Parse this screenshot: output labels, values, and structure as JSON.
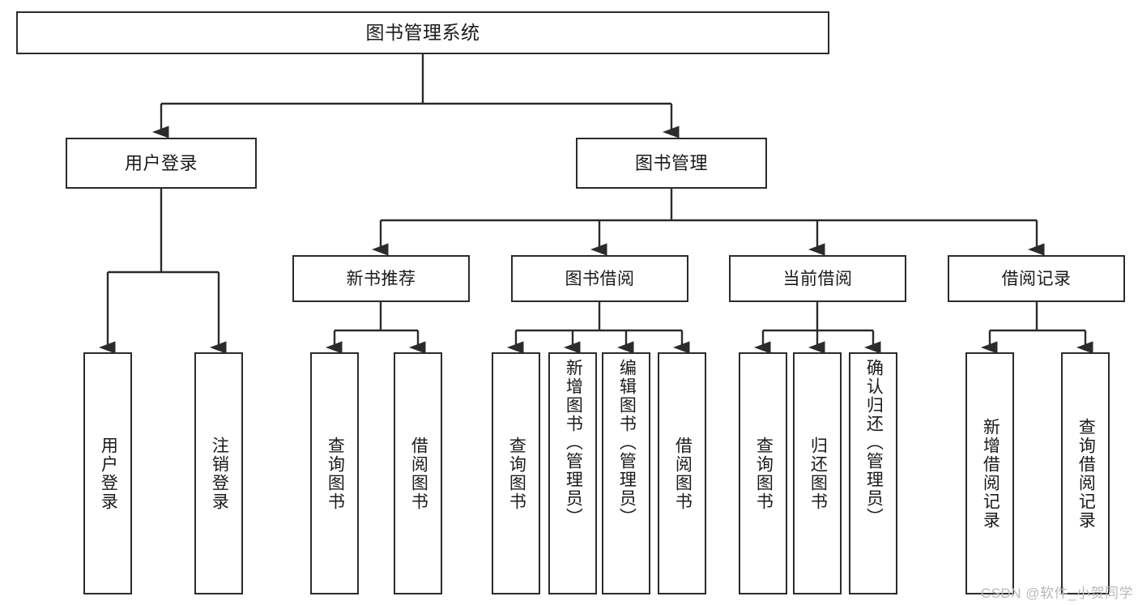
{
  "diagram": {
    "title": "图书管理系统",
    "type": "tree-hierarchy",
    "watermark": "CSDN @软件_小贺同学",
    "colors": {
      "box_border": "#2b2b2b",
      "box_fill": "#ffffff",
      "text": "#1a1a1a",
      "edge": "#2b2b2b",
      "watermark": "#b9b9b9",
      "background": "#ffffff"
    },
    "root": {
      "label": "图书管理系统"
    },
    "level2": [
      {
        "label": "用户登录"
      },
      {
        "label": "图书管理"
      }
    ],
    "level3": [
      {
        "label": "新书推荐"
      },
      {
        "label": "图书借阅"
      },
      {
        "label": "当前借阅"
      },
      {
        "label": "借阅记录"
      }
    ],
    "leaves": {
      "user_login": [
        {
          "label": "用户登录"
        },
        {
          "label": "注销登录"
        }
      ],
      "new_book": [
        {
          "label": "查询图书"
        },
        {
          "label": "借阅图书"
        }
      ],
      "book_borrow": [
        {
          "label": "查询图书"
        },
        {
          "label": "新增图书（管理员）"
        },
        {
          "label": "编辑图书（管理员）"
        },
        {
          "label": "借阅图书"
        }
      ],
      "current_borrow": [
        {
          "label": "查询图书"
        },
        {
          "label": "归还图书"
        },
        {
          "label": "确认归还（管理员）"
        }
      ],
      "borrow_record": [
        {
          "label": "新增借阅记录"
        },
        {
          "label": "查询借阅记录"
        }
      ]
    }
  }
}
